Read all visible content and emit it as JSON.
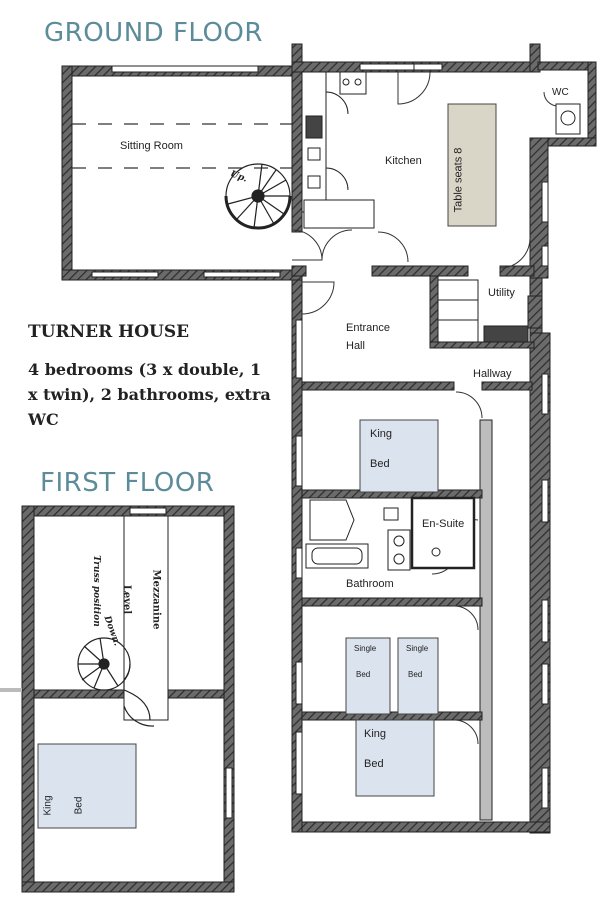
{
  "colors": {
    "title": "#5c8c99",
    "wall": "#3f3f3f",
    "bed": "#dbe3ee",
    "table": "#d9d6c7",
    "ink": "#222222"
  },
  "ground_floor": {
    "title": "GROUND FLOOR",
    "rooms": {
      "sitting_room": "Sitting Room",
      "kitchen": "Kitchen",
      "wc": "WC",
      "table": "Table seats 8",
      "utility": "Utility",
      "entrance_hall_line1": "Entrance",
      "entrance_hall_line2": "Hall",
      "hallway": "Hallway",
      "ensuite": "En-Suite",
      "bathroom": "Bathroom",
      "stair_label": "Up."
    },
    "beds": [
      {
        "line1": "King",
        "line2": "Bed"
      },
      {
        "line1": "Single",
        "line2": "Bed"
      },
      {
        "line1": "Single",
        "line2": "Bed"
      },
      {
        "line1": "King",
        "line2": "Bed"
      }
    ]
  },
  "info": {
    "name": "TURNER HOUSE",
    "description": "4 bedrooms (3 x double, 1 x twin), 2 bathrooms, extra WC"
  },
  "first_floor": {
    "title": "FIRST FLOOR",
    "mezzanine_line1": "Mezzanine",
    "mezzanine_line2": "Level",
    "truss": "Truss position",
    "stair_label": "Down.",
    "bed": {
      "line1": "King",
      "line2": "Bed"
    }
  }
}
